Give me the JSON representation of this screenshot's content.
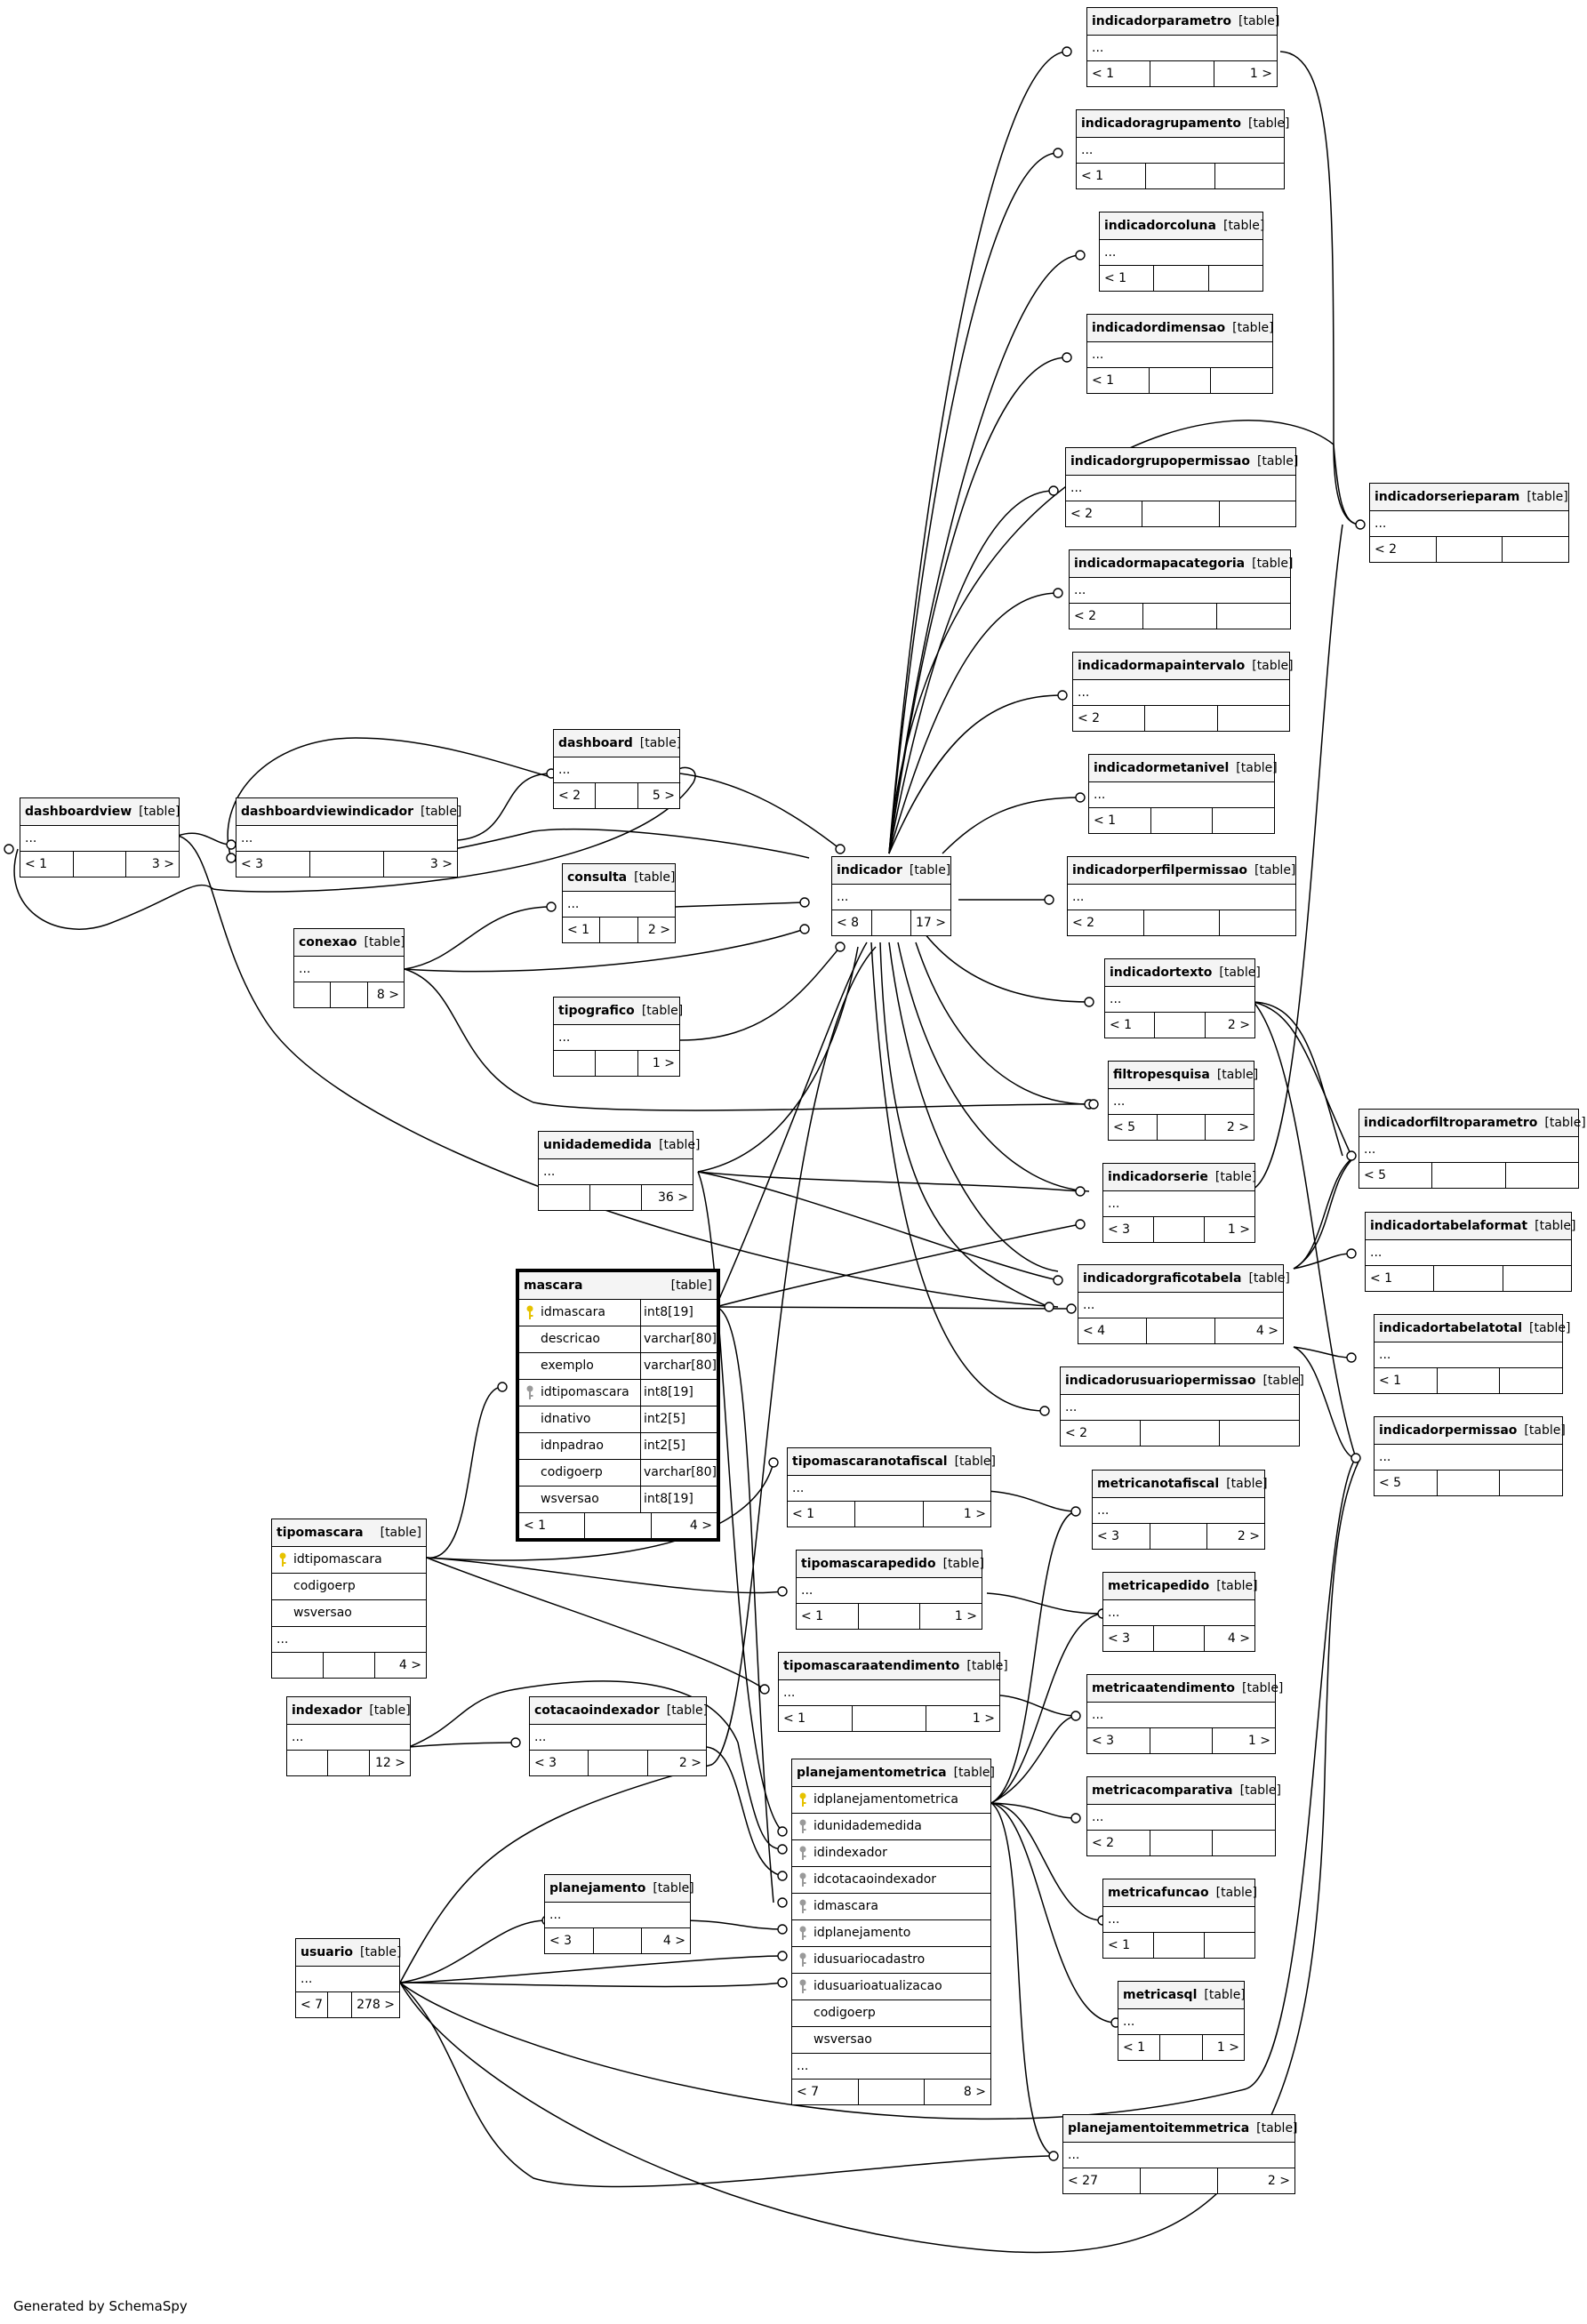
{
  "footer": "Generated by SchemaSpy",
  "tables": [
    {
      "name": "indicadorparametro",
      "kind": "[table]",
      "parents": "< 1",
      "children": "1 >",
      "rows": [
        "..."
      ]
    },
    {
      "name": "indicadoragrupamento",
      "kind": "[table]",
      "parents": "< 1",
      "children": "",
      "rows": [
        "..."
      ]
    },
    {
      "name": "indicadorcoluna",
      "kind": "[table]",
      "parents": "< 1",
      "children": "",
      "rows": [
        "..."
      ]
    },
    {
      "name": "indicadordimensao",
      "kind": "[table]",
      "parents": "< 1",
      "children": "",
      "rows": [
        "..."
      ]
    },
    {
      "name": "indicadorgrupopermissao",
      "kind": "[table]",
      "parents": "< 2",
      "children": "",
      "rows": [
        "..."
      ]
    },
    {
      "name": "indicadormapacategoria",
      "kind": "[table]",
      "parents": "< 2",
      "children": "",
      "rows": [
        "..."
      ]
    },
    {
      "name": "indicadormapaintervalo",
      "kind": "[table]",
      "parents": "< 2",
      "children": "",
      "rows": [
        "..."
      ]
    },
    {
      "name": "indicadormetanivel",
      "kind": "[table]",
      "parents": "< 1",
      "children": "",
      "rows": [
        "..."
      ]
    },
    {
      "name": "indicadorperfilpermissao",
      "kind": "[table]",
      "parents": "< 2",
      "children": "",
      "rows": [
        "..."
      ]
    },
    {
      "name": "indicadortexto",
      "kind": "[table]",
      "parents": "< 1",
      "children": "2 >",
      "rows": [
        "..."
      ]
    },
    {
      "name": "filtropesquisa",
      "kind": "[table]",
      "parents": "< 5",
      "children": "2 >",
      "rows": [
        "..."
      ]
    },
    {
      "name": "indicadorserie",
      "kind": "[table]",
      "parents": "< 3",
      "children": "1 >",
      "rows": [
        "..."
      ]
    },
    {
      "name": "indicadorgraficotabela",
      "kind": "[table]",
      "parents": "< 4",
      "children": "4 >",
      "rows": [
        "..."
      ]
    },
    {
      "name": "indicadorusuariopermissao",
      "kind": "[table]",
      "parents": "< 2",
      "children": "",
      "rows": [
        "..."
      ]
    },
    {
      "name": "indicadorserieparam",
      "kind": "[table]",
      "parents": "< 2",
      "children": "",
      "rows": [
        "..."
      ]
    },
    {
      "name": "indicadorfiltroparametro",
      "kind": "[table]",
      "parents": "< 5",
      "children": "",
      "rows": [
        "..."
      ]
    },
    {
      "name": "indicadortabelaformat",
      "kind": "[table]",
      "parents": "< 1",
      "children": "",
      "rows": [
        "..."
      ]
    },
    {
      "name": "indicadortabelatotal",
      "kind": "[table]",
      "parents": "< 1",
      "children": "",
      "rows": [
        "..."
      ]
    },
    {
      "name": "indicadorpermissao",
      "kind": "[table]",
      "parents": "< 5",
      "children": "",
      "rows": [
        "..."
      ]
    },
    {
      "name": "dashboard",
      "kind": "[table]",
      "parents": "< 2",
      "children": "5 >",
      "rows": [
        "..."
      ]
    },
    {
      "name": "dashboardview",
      "kind": "[table]",
      "parents": "< 1",
      "children": "3 >",
      "rows": [
        "..."
      ]
    },
    {
      "name": "dashboardviewindicador",
      "kind": "[table]",
      "parents": "< 3",
      "children": "3 >",
      "rows": [
        "..."
      ]
    },
    {
      "name": "indicador",
      "kind": "[table]",
      "parents": "< 8",
      "children": "17 >",
      "rows": [
        "..."
      ]
    },
    {
      "name": "consulta",
      "kind": "[table]",
      "parents": "< 1",
      "children": "2 >",
      "rows": [
        "..."
      ]
    },
    {
      "name": "conexao",
      "kind": "[table]",
      "parents": "",
      "children": "8 >",
      "rows": [
        "..."
      ]
    },
    {
      "name": "tipografico",
      "kind": "[table]",
      "parents": "",
      "children": "1 >",
      "rows": [
        "..."
      ]
    },
    {
      "name": "unidademedida",
      "kind": "[table]",
      "parents": "",
      "children": "36 >",
      "rows": [
        "..."
      ]
    },
    {
      "name": "tipomascaranotafiscal",
      "kind": "[table]",
      "parents": "< 1",
      "children": "1 >",
      "rows": [
        "..."
      ]
    },
    {
      "name": "tipomascarapedido",
      "kind": "[table]",
      "parents": "< 1",
      "children": "1 >",
      "rows": [
        "..."
      ]
    },
    {
      "name": "tipomascaraatendimento",
      "kind": "[table]",
      "parents": "< 1",
      "children": "1 >",
      "rows": [
        "..."
      ]
    },
    {
      "name": "metricanotafiscal",
      "kind": "[table]",
      "parents": "< 3",
      "children": "2 >",
      "rows": [
        "..."
      ]
    },
    {
      "name": "metricapedido",
      "kind": "[table]",
      "parents": "< 3",
      "children": "4 >",
      "rows": [
        "..."
      ]
    },
    {
      "name": "metricaatendimento",
      "kind": "[table]",
      "parents": "< 3",
      "children": "1 >",
      "rows": [
        "..."
      ]
    },
    {
      "name": "metricacomparativa",
      "kind": "[table]",
      "parents": "< 2",
      "children": "",
      "rows": [
        "..."
      ]
    },
    {
      "name": "metricafuncao",
      "kind": "[table]",
      "parents": "< 1",
      "children": "",
      "rows": [
        "..."
      ]
    },
    {
      "name": "metricasql",
      "kind": "[table]",
      "parents": "< 1",
      "children": "1 >",
      "rows": [
        "..."
      ]
    },
    {
      "name": "indexador",
      "kind": "[table]",
      "parents": "",
      "children": "12 >",
      "rows": [
        "..."
      ]
    },
    {
      "name": "cotacaoindexador",
      "kind": "[table]",
      "parents": "< 3",
      "children": "2 >",
      "rows": [
        "..."
      ]
    },
    {
      "name": "planejamento",
      "kind": "[table]",
      "parents": "< 3",
      "children": "4 >",
      "rows": [
        "..."
      ]
    },
    {
      "name": "usuario",
      "kind": "[table]",
      "parents": "< 7",
      "children": "278 >",
      "rows": [
        "..."
      ]
    },
    {
      "name": "planejamentoitemmetrica",
      "kind": "[table]",
      "parents": "< 27",
      "children": "2 >",
      "rows": [
        "..."
      ]
    }
  ],
  "mascara": {
    "name": "mascara",
    "kind": "[table]",
    "parents": "< 1",
    "children": "4 >",
    "columns": [
      {
        "name": "idmascara",
        "type": "int8[19]",
        "key": "pk"
      },
      {
        "name": "descricao",
        "type": "varchar[80]",
        "key": ""
      },
      {
        "name": "exemplo",
        "type": "varchar[80]",
        "key": ""
      },
      {
        "name": "idtipomascara",
        "type": "int8[19]",
        "key": "fk"
      },
      {
        "name": "idnativo",
        "type": "int2[5]",
        "key": ""
      },
      {
        "name": "idnpadrao",
        "type": "int2[5]",
        "key": ""
      },
      {
        "name": "codigoerp",
        "type": "varchar[80]",
        "key": ""
      },
      {
        "name": "wsversao",
        "type": "int8[19]",
        "key": ""
      }
    ]
  },
  "tipomascara": {
    "name": "tipomascara",
    "kind": "[table]",
    "parents": "",
    "children": "4 >",
    "columns": [
      {
        "name": "idtipomascara",
        "key": "pk"
      },
      {
        "name": "codigoerp",
        "key": ""
      },
      {
        "name": "wsversao",
        "key": ""
      }
    ],
    "more": "..."
  },
  "planejamentometrica": {
    "name": "planejamentometrica",
    "kind": "[table]",
    "parents": "< 7",
    "children": "8 >",
    "columns": [
      {
        "name": "idplanejamentometrica",
        "key": "pk"
      },
      {
        "name": "idunidademedida",
        "key": "fk"
      },
      {
        "name": "idindexador",
        "key": "fk"
      },
      {
        "name": "idcotacaoindexador",
        "key": "fk"
      },
      {
        "name": "idmascara",
        "key": "fk"
      },
      {
        "name": "idplanejamento",
        "key": "fk"
      },
      {
        "name": "idusuariocadastro",
        "key": "fk"
      },
      {
        "name": "idusuarioatualizacao",
        "key": "fk"
      },
      {
        "name": "codigoerp",
        "key": ""
      },
      {
        "name": "wsversao",
        "key": ""
      }
    ],
    "more": "..."
  },
  "key_glyph": "🔑",
  "colors": {
    "line": "#000000",
    "header_bg": "#f4f4f4",
    "pk_key": "#e6c200",
    "fk_key": "#9a9a9a"
  }
}
